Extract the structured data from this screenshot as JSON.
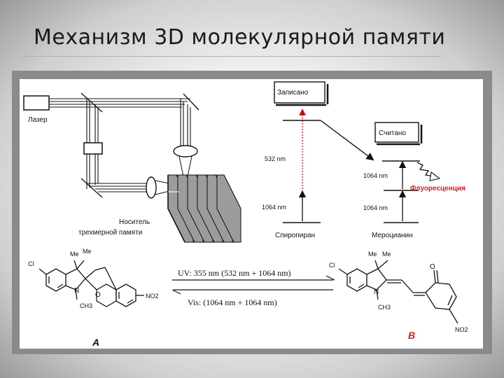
{
  "slide": {
    "title": "Механизм 3D молекулярной памяти"
  },
  "optics": {
    "laser_label": "Лазер",
    "medium_label_line1": "Носитель",
    "medium_label_line2": "трехмерной памяти"
  },
  "energy_diagram": {
    "written_state": "Записано",
    "read_state": "Считано",
    "wavelength_532": "532 nm",
    "wavelength_1064_left": "1064 nm",
    "wavelength_1064_right_upper": "1064 nm",
    "wavelength_1064_right_lower": "1064 nm",
    "fluorescence_label": "Флуоресценция",
    "spiropyran_label": "Спиропиран",
    "merocyanine_label": "Мероцианин",
    "fluorescence_color": "#d42020"
  },
  "reaction": {
    "uv_condition": "UV: 355 nm (532 nm + 1064 nm)",
    "vis_condition": "Vis: (1064 nm + 1064 nm)",
    "molecule_a_label": "A",
    "molecule_b_label": "B",
    "label_b_color": "#d42020",
    "atoms": {
      "cl_a": "Cl",
      "me1_a": "Me",
      "me2_a": "Me",
      "n_a": "N",
      "o_a": "O",
      "ch3_a": "CH3",
      "no2_a": "NO2",
      "cl_b": "Cl",
      "me1_b": "Me",
      "me2_b": "Me",
      "n_b": "N",
      "o_b": "O",
      "ch3_b": "CH3",
      "no2_b": "NO2"
    }
  }
}
